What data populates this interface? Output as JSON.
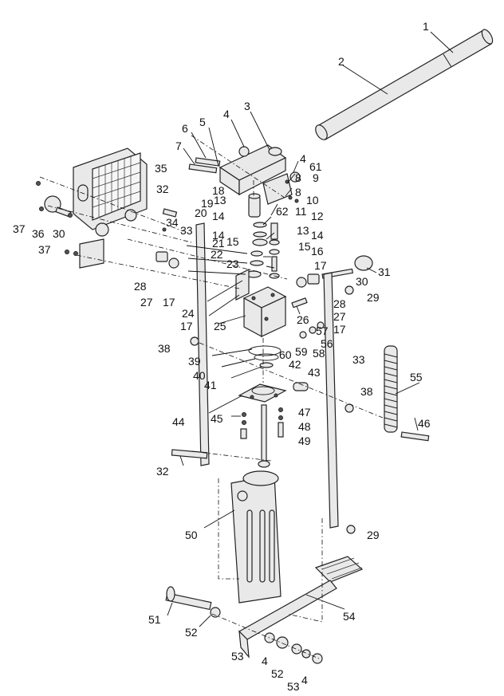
{
  "callouts": [
    {
      "label": "1"
    },
    {
      "label": "2"
    },
    {
      "label": "3"
    },
    {
      "label": "4"
    },
    {
      "label": "5"
    },
    {
      "label": "6"
    },
    {
      "label": "7"
    },
    {
      "label": "4"
    },
    {
      "label": "61"
    },
    {
      "label": "8"
    },
    {
      "label": "9"
    },
    {
      "label": "8"
    },
    {
      "label": "10"
    },
    {
      "label": "35"
    },
    {
      "label": "32"
    },
    {
      "label": "18"
    },
    {
      "label": "13"
    },
    {
      "label": "19"
    },
    {
      "label": "20"
    },
    {
      "label": "62"
    },
    {
      "label": "11"
    },
    {
      "label": "12"
    },
    {
      "label": "14"
    },
    {
      "label": "34"
    },
    {
      "label": "33"
    },
    {
      "label": "13"
    },
    {
      "label": "14"
    },
    {
      "label": "15"
    },
    {
      "label": "14"
    },
    {
      "label": "15"
    },
    {
      "label": "16"
    },
    {
      "label": "21"
    },
    {
      "label": "22"
    },
    {
      "label": "37"
    },
    {
      "label": "36"
    },
    {
      "label": "30"
    },
    {
      "label": "37"
    },
    {
      "label": "23"
    },
    {
      "label": "17"
    },
    {
      "label": "31"
    },
    {
      "label": "30"
    },
    {
      "label": "28"
    },
    {
      "label": "27"
    },
    {
      "label": "17"
    },
    {
      "label": "29"
    },
    {
      "label": "24"
    },
    {
      "label": "28"
    },
    {
      "label": "17"
    },
    {
      "label": "27"
    },
    {
      "label": "25"
    },
    {
      "label": "17"
    },
    {
      "label": "26"
    },
    {
      "label": "56"
    },
    {
      "label": "57"
    },
    {
      "label": "38"
    },
    {
      "label": "59"
    },
    {
      "label": "58"
    },
    {
      "label": "33"
    },
    {
      "label": "39"
    },
    {
      "label": "60"
    },
    {
      "label": "42"
    },
    {
      "label": "40"
    },
    {
      "label": "43"
    },
    {
      "label": "41"
    },
    {
      "label": "55"
    },
    {
      "label": "38"
    },
    {
      "label": "44"
    },
    {
      "label": "45"
    },
    {
      "label": "47"
    },
    {
      "label": "48"
    },
    {
      "label": "46"
    },
    {
      "label": "49"
    },
    {
      "label": "32"
    },
    {
      "label": "50"
    },
    {
      "label": "29"
    },
    {
      "label": "54"
    },
    {
      "label": "51"
    },
    {
      "label": "52"
    },
    {
      "label": "53"
    },
    {
      "label": "4"
    },
    {
      "label": "52"
    },
    {
      "label": "53"
    },
    {
      "label": "4"
    }
  ]
}
